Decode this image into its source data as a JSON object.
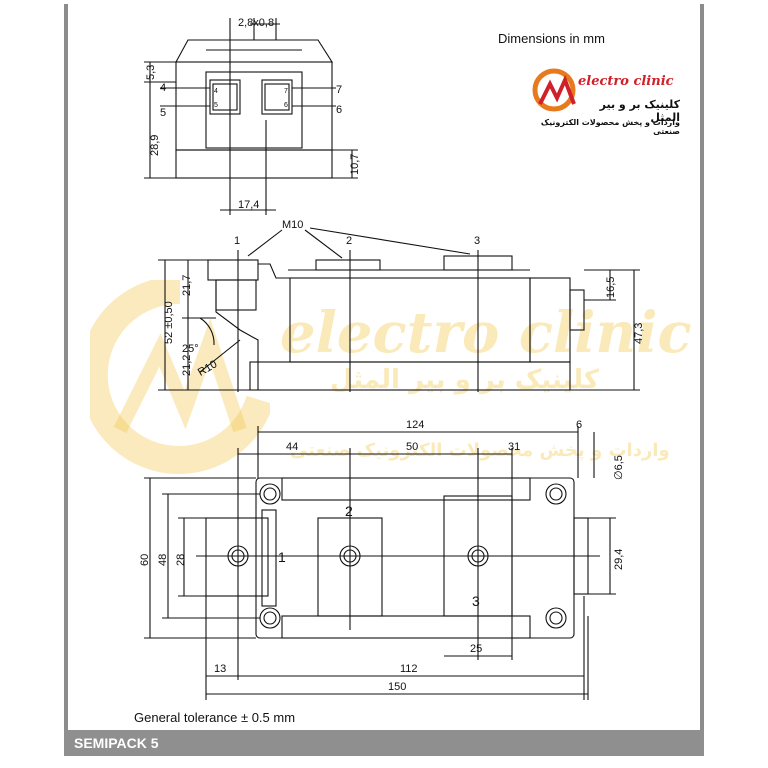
{
  "header": {
    "units_note": "Dimensions in mm"
  },
  "logo": {
    "name_en": "electro clinic",
    "name_fa": "کلینیک بر و بیر المثل",
    "tagline_fa": "واردات و پخش محصولات الکترونیک صنعتی",
    "accent": "#d0202a"
  },
  "watermark": {
    "text_en": "electro clinic",
    "text_fa": "کلینیک بر و بیر المثل",
    "tagline_fa": "واردات و پخش محصولات الکترونیک صنعتی",
    "color": "#f2c446"
  },
  "top_view": {
    "dim_pin": "2,8x0,8",
    "dim_width": "17,4",
    "dim_upper": "5,3",
    "dim_height": "28,9",
    "dim_base": "10,7",
    "pin_labels": [
      "4",
      "5",
      "7",
      "6"
    ],
    "inner_pins": [
      "4",
      "5",
      "7",
      "6"
    ]
  },
  "side_view": {
    "thread": "M10",
    "terminals": [
      "1",
      "2",
      "3"
    ],
    "dim_top": "21,7",
    "dim_total": "52 ±0,50",
    "dim_bottom": "21,2",
    "angle": "25°",
    "radius": "R10",
    "dim_right_small": "16,5",
    "dim_right_total": "47,3"
  },
  "plan_view": {
    "dim_124": "124",
    "dim_6": "6",
    "dim_44": "44",
    "dim_50": "50",
    "dim_31": "31",
    "dim_hole": "∅6,5",
    "dim_60": "60",
    "dim_48": "48",
    "dim_28": "28",
    "dim_29_4": "29,4",
    "dim_13": "13",
    "dim_112": "112",
    "dim_25": "25",
    "dim_150": "150",
    "terminals": [
      "1",
      "2",
      "3"
    ]
  },
  "footer": {
    "tolerance_note": "General tolerance ± 0.5 mm",
    "package_name": "SEMIPACK 5",
    "bar_color": "#8f8f8f"
  }
}
